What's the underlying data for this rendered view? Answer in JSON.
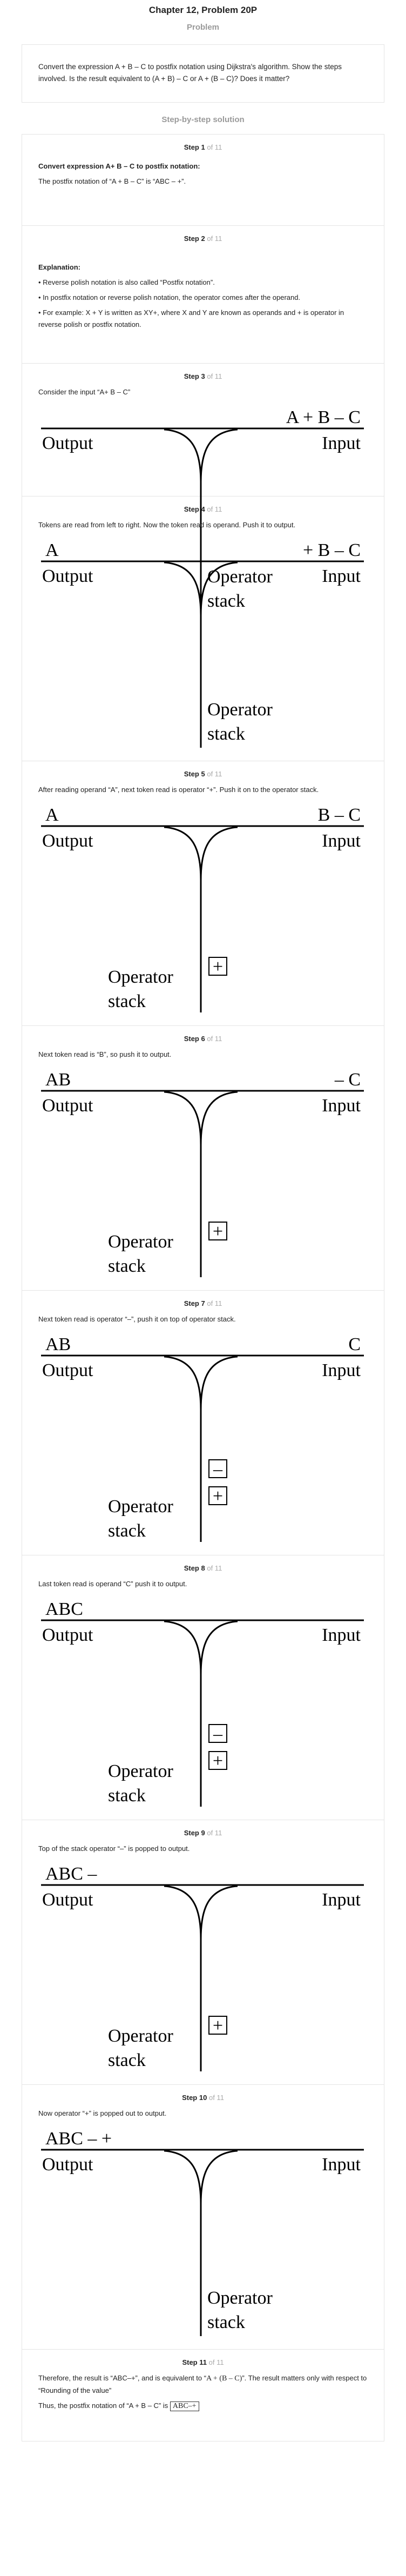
{
  "header": {
    "chapter_title": "Chapter 12, Problem 20P"
  },
  "problem": {
    "section_title": "Problem",
    "text": "Convert the expression A + B – C to postfix notation using Dijkstra's algorithm. Show the steps involved. Is the result equivalent to (A + B) – C or A + (B – C)? Does it matter?"
  },
  "solution": {
    "section_title": "Step-by-step solution"
  },
  "labels": {
    "output": "Output",
    "input": "Input",
    "operator": "Operator",
    "stack": "stack",
    "step": "Step",
    "of": "of 11"
  },
  "steps": [
    {
      "n": "1",
      "heading": "Convert expression A+ B – C to postfix notation:",
      "text": "The postfix notation of “A + B – C” is “ABC – +”."
    },
    {
      "n": "2",
      "heading": "Explanation:",
      "bullets": [
        "• Reverse polish notation is also called “Postfix notation”.",
        "• In postfix notation or reverse polish notation, the operator comes after the operand.",
        "• For example: X + Y is written as XY+, where X and Y are known as operands and + is operator in reverse polish or postfix notation."
      ]
    },
    {
      "n": "3",
      "text": "Consider the input “A+ B – C”",
      "output_val": "",
      "input_val": "A + B – C",
      "stack": []
    },
    {
      "n": "4",
      "text": "Tokens are read from left to right. Now the token read is operand. Push it to output.",
      "output_val": "A",
      "input_val": "+ B – C",
      "stack": []
    },
    {
      "n": "5",
      "text": "After reading operand “A”, next token read is operator “+”. Push it on to the operator stack.",
      "output_val": "A",
      "input_val": "B – C",
      "stack": [
        "+"
      ]
    },
    {
      "n": "6",
      "text": "Next token read is “B”, so push it to output.",
      "output_val": "AB",
      "input_val": "– C",
      "stack": [
        "+"
      ]
    },
    {
      "n": "7",
      "text": "Next token read is operator “–”, push it on top of operator stack.",
      "output_val": "AB",
      "input_val": "C",
      "stack": [
        "–",
        "+"
      ]
    },
    {
      "n": "8",
      "text": "Last token read is operand “C” push it to output.",
      "output_val": "ABC",
      "input_val": "",
      "stack": [
        "–",
        "+"
      ]
    },
    {
      "n": "9",
      "text": "Top of the stack operator “–” is popped to output.",
      "output_val": "ABC –",
      "input_val": "",
      "stack": [
        "+"
      ]
    },
    {
      "n": "10",
      "text": "Now operator “+” is popped out to output.",
      "output_val": "ABC – +",
      "input_val": "",
      "stack": []
    },
    {
      "n": "11",
      "text1": "Therefore, the result is “ABC–+”, and is equivalent to “",
      "expr": "A + (B – C)",
      "text2": "”. The result matters only with respect to “Rounding of the value”",
      "text3": "Thus, the postfix notation of “A + B – C” is",
      "boxed": "ABC–+"
    }
  ]
}
